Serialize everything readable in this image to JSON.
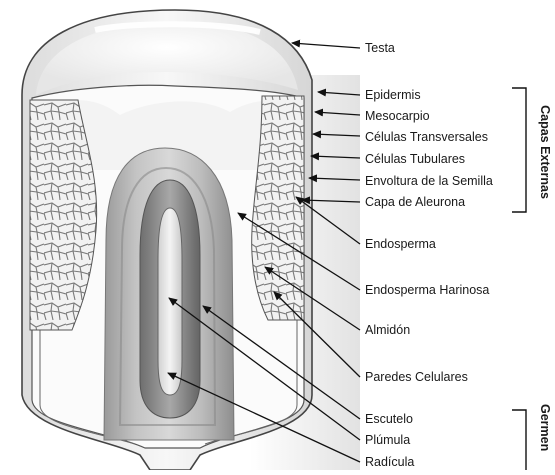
{
  "labels": {
    "testa": "Testa",
    "epidermis": "Epidermis",
    "mesocarpio": "Mesocarpio",
    "celulas_transversales": "Células Transversales",
    "celulas_tubulares": "Células Tubulares",
    "envoltura": "Envoltura de la Semilla",
    "aleurona": "Capa de Aleurona",
    "endosperma": "Endosperma",
    "endosperma_harinosa": "Endosperma Harinosa",
    "almidon": "Almidón",
    "paredes": "Paredes Celulares",
    "escutelo": "Escutelo",
    "plumula": "Plúmula",
    "radicula": "Radícula"
  },
  "groups": {
    "capas_externas": "Capas Externas",
    "germen": "Germen"
  }
}
